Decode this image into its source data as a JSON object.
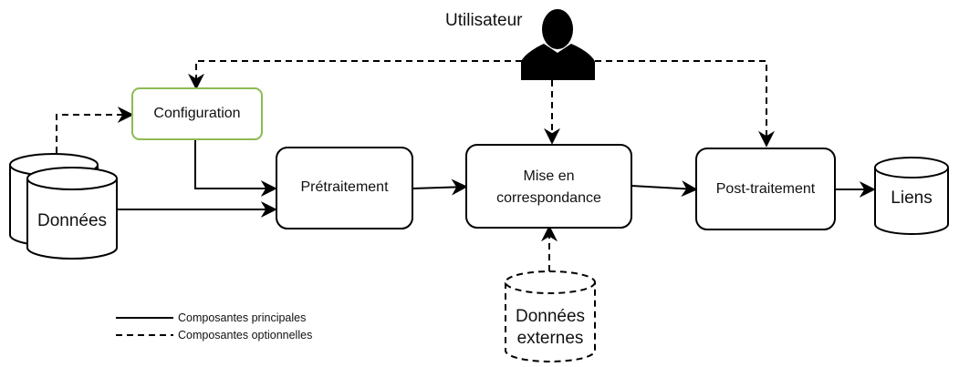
{
  "user": {
    "label": "Utilisateur"
  },
  "nodes": {
    "configuration": "Configuration",
    "donnees": "Données",
    "pretraitement": "Prétraitement",
    "mise_en_correspondance": "Mise en\ncorrespondance",
    "post_traitement": "Post-traitement",
    "liens": "Liens",
    "donnees_externes": "Données\nexternes"
  },
  "legend": {
    "principales": "Composantes principales",
    "optionnelles": "Composantes optionnelles"
  },
  "colors": {
    "stroke": "#000000",
    "config_border": "#8cba51"
  }
}
